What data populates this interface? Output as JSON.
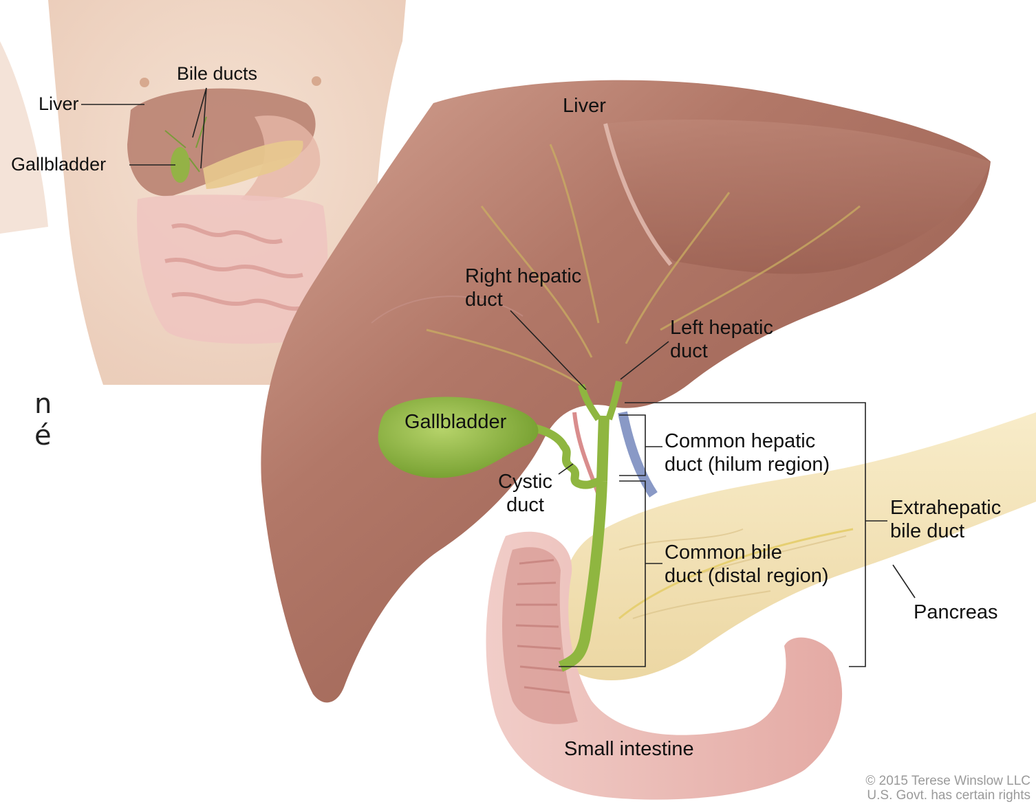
{
  "labels": {
    "inset_liver": "Liver",
    "inset_bile_ducts": "Bile ducts",
    "inset_gallbladder": "Gallbladder",
    "liver": "Liver",
    "right_hepatic": [
      "Right hepatic",
      "duct"
    ],
    "left_hepatic": [
      "Left hepatic",
      "duct"
    ],
    "gallbladder": "Gallbladder",
    "cystic": [
      "Cystic",
      "duct"
    ],
    "common_hepatic": [
      "Common hepatic",
      "duct (hilum region)"
    ],
    "common_bile": [
      "Common bile",
      "duct (distal region)"
    ],
    "extrahepatic": [
      "Extrahepatic",
      "bile duct"
    ],
    "pancreas": "Pancreas",
    "small_intestine": "Small intestine"
  },
  "side_text": [
    "n",
    "é"
  ],
  "credit": [
    "© 2015 Terese Winslow LLC",
    "U.S. Govt. has certain rights"
  ],
  "colors": {
    "liver": "#a86a5c",
    "gallbladder": "#8fb640",
    "pancreas": "#f2e2b4",
    "intestine": "#eab9b4",
    "skin": "#f1d9c7"
  }
}
